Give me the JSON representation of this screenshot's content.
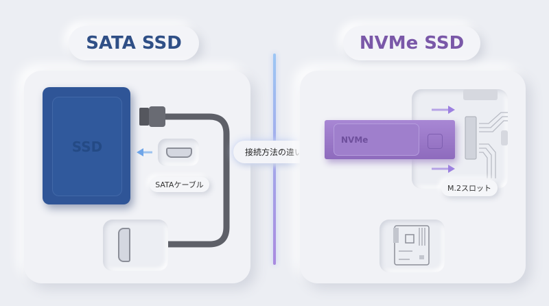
{
  "titles": {
    "left": "SATA SSD",
    "right": "NVMe SSD"
  },
  "center_label": "接続方法の違い",
  "sata": {
    "drive_label": "SSD",
    "cable_label": "SATAケーブル"
  },
  "nvme": {
    "drive_label": "NVMe",
    "slot_label": "M.2スロット"
  },
  "colors": {
    "sata_blue": "#2f5597",
    "nvme_purple": "#9b7ac8",
    "cable_gray": "#5e6068"
  }
}
